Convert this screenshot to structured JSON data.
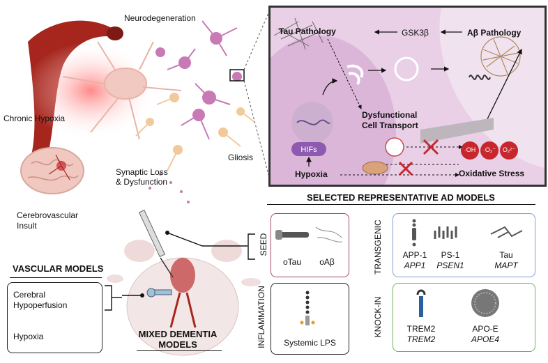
{
  "top_labels": {
    "neurodegeneration": "Neurodegeneration",
    "chronic_hypoxia": "Chronic Hypoxia",
    "gliosis": "Gliosis",
    "synaptic_loss_1": "Synaptic Loss",
    "synaptic_loss_2": "& Dysfunction",
    "cerebrovascular_1": "Cerebrovascular",
    "cerebrovascular_2": "Insult"
  },
  "inset": {
    "tau_pathology": "Tau Pathology",
    "gsk3b": "GSK3β",
    "abeta_pathology": "Aβ Pathology",
    "dysfunctional_1": "Dysfunctional",
    "dysfunctional_2": "Cell Transport",
    "hifs": "HIFs",
    "hypoxia": "Hypoxia",
    "oxidative_stress": "Oxidative Stress",
    "ros": [
      "·OH",
      "·O₂⁻",
      "O₂²⁻"
    ]
  },
  "vascular": {
    "heading": "VASCULAR MODELS",
    "item1_a": "Cerebral",
    "item1_b": "Hypoperfusion",
    "item2": "Hypoxia"
  },
  "mixed": {
    "line1": "MIXED DEMENTIA",
    "line2": "MODELS"
  },
  "selected": {
    "heading": "SELECTED REPRESENTATIVE AD MODELS",
    "seed_tag": "SEED",
    "inflammation_tag": "INFLAMMATION",
    "transgenic_tag": "TRANSGENIC",
    "knockin_tag": "KNOCK-IN",
    "otau": "oTau",
    "oab": "oAβ",
    "lps": "Systemic LPS",
    "app": "APP-1",
    "app_gene": "APP1",
    "ps": "PS-1",
    "ps_gene": "PSEN1",
    "tau": "Tau",
    "tau_gene": "MAPT",
    "trem": "TREM2",
    "trem_gene": "TREM2",
    "apoe": "APO-E",
    "apoe_gene": "APOE4"
  },
  "colors": {
    "seed_border": "#a3456b",
    "transgenic_border": "#7f9fd4",
    "knockin_border": "#6db25a",
    "inset_bg": "#e9d0e6",
    "hif_purple": "#8d5ab0",
    "ros_red": "#c8262d",
    "vessel_red": "#a6261d"
  }
}
